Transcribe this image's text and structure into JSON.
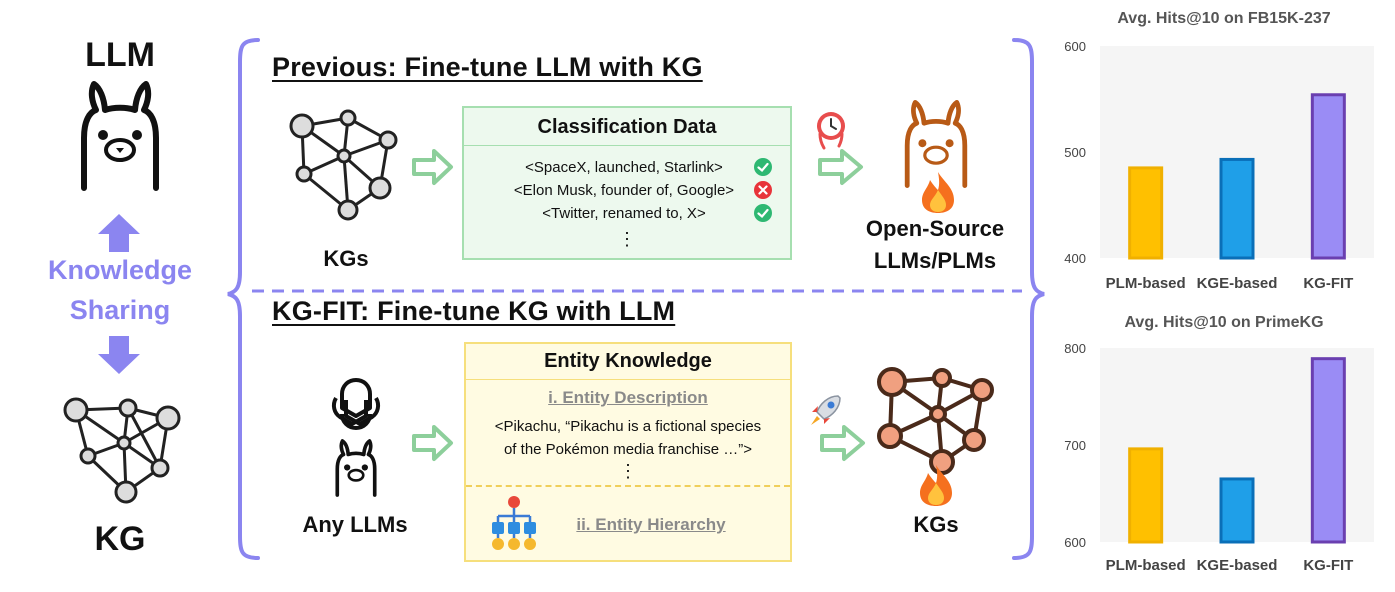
{
  "left": {
    "llm_label": "LLM",
    "sharing_line1": "Knowledge",
    "sharing_line2": "Sharing",
    "kg_label": "KG"
  },
  "top_panel": {
    "title": "Previous: Fine-tune LLM with KG",
    "kgs_label": "KGs",
    "box_title": "Classification Data",
    "triples": [
      "<SpaceX, launched, Starlink>",
      "<Elon Musk, founder of, Google>",
      "<Twitter, renamed to, X>"
    ],
    "triple_status": [
      "correct",
      "incorrect",
      "correct"
    ],
    "ellipsis": "⋮",
    "target_line1": "Open-Source",
    "target_line2": "LLMs/PLMs"
  },
  "bottom_panel": {
    "title": "KG-FIT: Fine-tune KG with LLM",
    "source_label": "Any LLMs",
    "box_title": "Entity Knowledge",
    "sub1": "i. Entity Description",
    "desc_line1": "<Pikachu, “Pikachu is a fictional species",
    "desc_line2": "of the Pokémon media franchise …”>",
    "ellipsis": "⋮",
    "sub2": "ii. Entity Hierarchy",
    "target_label": "KGs"
  },
  "colors": {
    "accent_purple": "#8b85f0",
    "arrow_green": "#8dcf9b",
    "llama_orange": "#b85a16",
    "kg_node_orange": "#f0a080",
    "bar_yellow": "#ffc000",
    "bar_blue": "#1f9fe8",
    "bar_purple": "#9a8cf5"
  },
  "chart_data": [
    {
      "type": "bar",
      "title": "Avg. Hits@10 on FB15K-237",
      "categories": [
        "PLM-based",
        "KGE-based",
        "KG-FIT"
      ],
      "values": [
        485,
        493,
        554
      ],
      "ylim": [
        400,
        600
      ],
      "yticks": [
        "400",
        "500",
        "600"
      ]
    },
    {
      "type": "bar",
      "title": "Avg. Hits@10 on PrimeKG",
      "categories": [
        "PLM-based",
        "KGE-based",
        "KG-FIT"
      ],
      "values": [
        696,
        665,
        789
      ],
      "ylim": [
        600,
        800
      ],
      "yticks": [
        "600",
        "700",
        "800"
      ]
    }
  ]
}
